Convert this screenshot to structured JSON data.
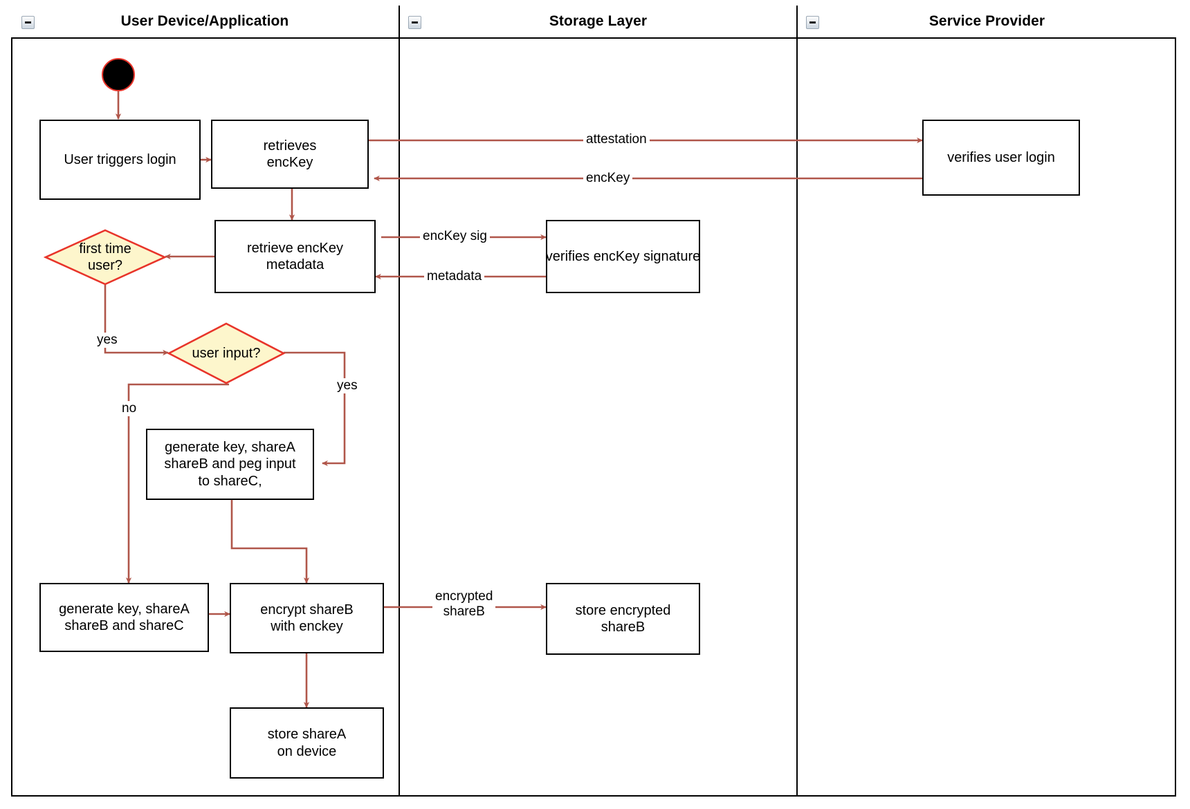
{
  "diagram": {
    "type": "uml-activity-swimlane",
    "accent_edge_color": "#b0564a",
    "decision_fill": "#fdf6cc",
    "decision_stroke": "#e8342a",
    "start_node_fill": "#000000",
    "start_node_stroke": "#e8342a"
  },
  "lanes": [
    {
      "id": "user-device",
      "title": "User Device/Application",
      "collapse_icon": "collapse-minus-icon"
    },
    {
      "id": "storage-layer",
      "title": "Storage Layer",
      "collapse_icon": "collapse-minus-icon"
    },
    {
      "id": "service-provider",
      "title": "Service Provider",
      "collapse_icon": "collapse-minus-icon"
    }
  ],
  "nodes": {
    "start": {
      "kind": "initial-node",
      "label": ""
    },
    "user_triggers_login": {
      "kind": "action",
      "label": "User triggers login"
    },
    "retrieves_enckey": {
      "kind": "action",
      "label": "retrieves\nencKey"
    },
    "verifies_user_login": {
      "kind": "action",
      "label": "verifies user login"
    },
    "retrieve_enckey_metadata": {
      "kind": "action",
      "label": "retrieve encKey\nmetadata"
    },
    "verifies_enckey_signature": {
      "kind": "action",
      "label": "verifies encKey signature"
    },
    "first_time_user": {
      "kind": "decision",
      "label": "first time\nuser?"
    },
    "user_input": {
      "kind": "decision",
      "label": "user input?"
    },
    "generate_peg": {
      "kind": "action",
      "label": "generate key, shareA\nshareB and peg input\nto shareC,"
    },
    "generate_shares": {
      "kind": "action",
      "label": "generate key, shareA\nshareB and shareC"
    },
    "encrypt_shareb": {
      "kind": "action",
      "label": "encrypt shareB\nwith enckey"
    },
    "store_encrypted_shareb": {
      "kind": "action",
      "label": "store encrypted\nshareB"
    },
    "store_sharea": {
      "kind": "action",
      "label": "store shareA\non device"
    }
  },
  "edge_labels": {
    "attestation": "attestation",
    "enckey": "encKey",
    "enckey_sig": "encKey sig",
    "metadata": "metadata",
    "yes_first_time": "yes",
    "yes_user_input": "yes",
    "no_user_input": "no",
    "encrypted_shareb": "encrypted\nshareB"
  }
}
